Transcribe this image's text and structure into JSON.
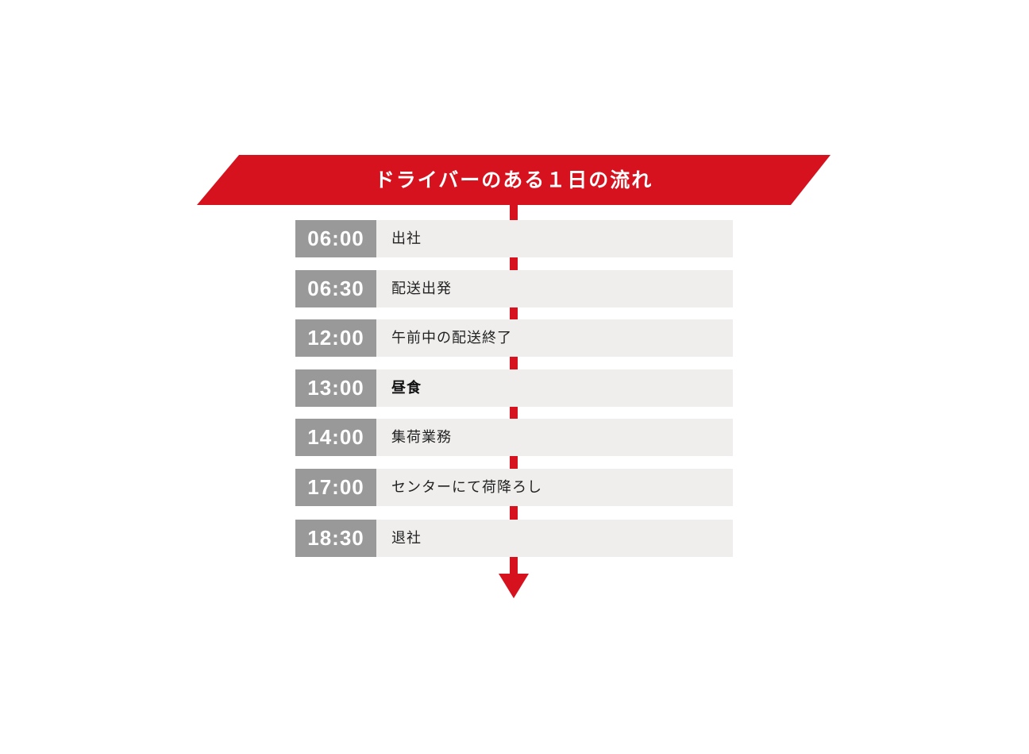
{
  "title": "ドライバーのある１日の流れ",
  "accent_color": "#d5121d",
  "time_badge_color": "#999999",
  "row_background": "#efeeed",
  "schedule": [
    {
      "time": "06:00",
      "activity": "出社"
    },
    {
      "time": "06:30",
      "activity": "配送出発"
    },
    {
      "time": "12:00",
      "activity": "午前中の配送終了"
    },
    {
      "time": "13:00",
      "activity": "昼食"
    },
    {
      "time": "14:00",
      "activity": "集荷業務"
    },
    {
      "time": "17:00",
      "activity": "センターにて荷降ろし"
    },
    {
      "time": "18:30",
      "activity": "退社"
    }
  ],
  "timeline_end_icon": "arrow-down-icon"
}
